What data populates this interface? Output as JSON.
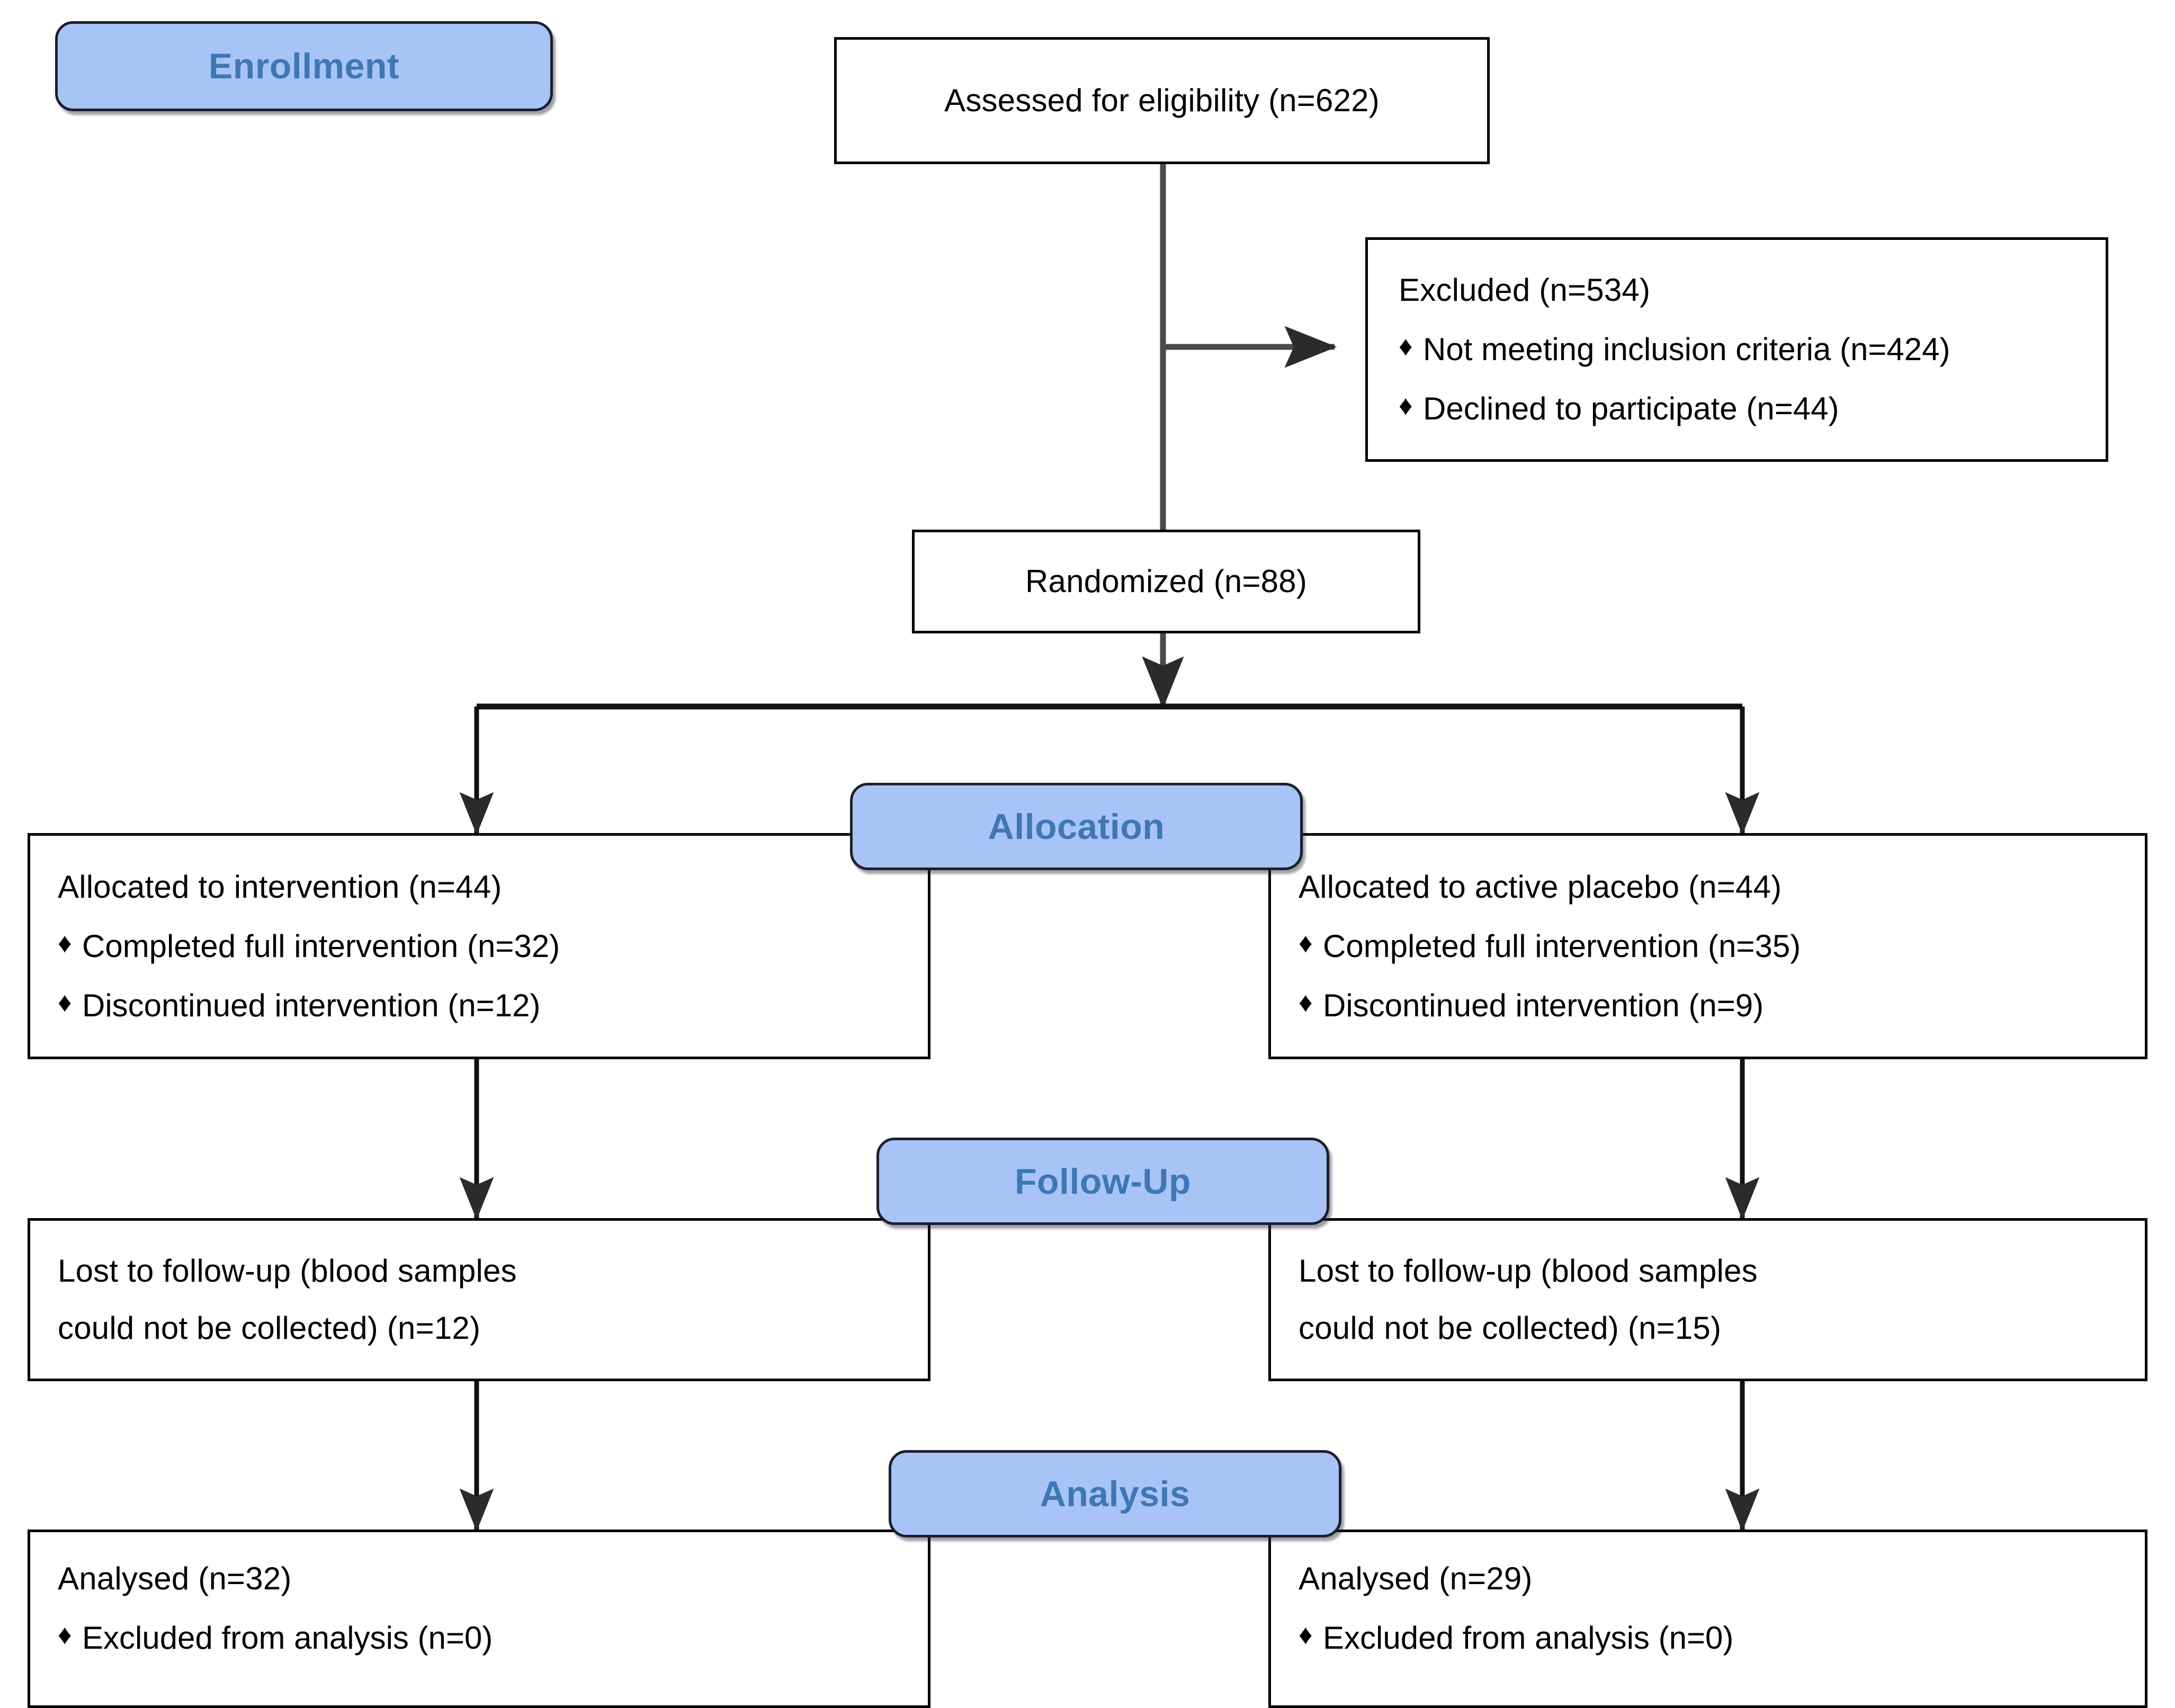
{
  "diagram": {
    "title": "CONSORT participant flow diagram",
    "colors": {
      "badge_fill": "#a8c4f7",
      "badge_text": "#3f77b5",
      "badge_border": "#1c1f2b",
      "box_border": "#000000",
      "box_fill": "#ffffff",
      "connector": "#3a3a3a",
      "text": "#000000"
    },
    "bullet_glyph": "♦"
  },
  "stages": [
    {
      "id": "enrollment",
      "label": "Enrollment"
    },
    {
      "id": "allocation",
      "label": "Allocation"
    },
    {
      "id": "followup",
      "label": "Follow-Up"
    },
    {
      "id": "analysis",
      "label": "Analysis"
    }
  ],
  "nodes": {
    "assessed": {
      "heading": "Assessed for eligibility (n=622)"
    },
    "excluded": {
      "heading": "Excluded (n=534)",
      "bullets": [
        "Not meeting inclusion criteria (n=424)",
        "Declined to participate (n=44)"
      ]
    },
    "randomized": {
      "heading": "Randomized (n=88)"
    },
    "allocation_left": {
      "heading": "Allocated to intervention (n=44)",
      "bullets": [
        "Completed full intervention (n=32)",
        "Discontinued intervention (n=12)"
      ]
    },
    "allocation_right": {
      "heading": "Allocated to active placebo (n=44)",
      "bullets": [
        "Completed full intervention (n=35)",
        "Discontinued intervention (n=9)"
      ]
    },
    "followup_left": {
      "line1": "Lost to follow-up (blood samples",
      "line2": "could not be collected) (n=12)"
    },
    "followup_right": {
      "line1": "Lost to follow-up (blood samples",
      "line2": "could not be collected) (n=15)"
    },
    "analysis_left": {
      "heading": "Analysed (n=32)",
      "bullets": [
        "Excluded from analysis (n=0)"
      ]
    },
    "analysis_right": {
      "heading": "Analysed (n=29)",
      "bullets": [
        "Excluded from analysis (n=0)"
      ]
    }
  },
  "chart_data": {
    "type": "diagram",
    "title": "CONSORT flow diagram",
    "flow": [
      {
        "stage": "Enrollment",
        "node": "Assessed for eligibility",
        "n": 622
      },
      {
        "stage": "Enrollment",
        "node": "Excluded",
        "n": 534
      },
      {
        "stage": "Enrollment",
        "node": "Not meeting inclusion criteria",
        "n": 424
      },
      {
        "stage": "Enrollment",
        "node": "Declined to participate",
        "n": 44
      },
      {
        "stage": "Enrollment",
        "node": "Randomized",
        "n": 88
      },
      {
        "stage": "Allocation",
        "arm": "Intervention",
        "node": "Allocated to intervention",
        "n": 44
      },
      {
        "stage": "Allocation",
        "arm": "Intervention",
        "node": "Completed full intervention",
        "n": 32
      },
      {
        "stage": "Allocation",
        "arm": "Intervention",
        "node": "Discontinued intervention",
        "n": 12
      },
      {
        "stage": "Allocation",
        "arm": "Active placebo",
        "node": "Allocated to active placebo",
        "n": 44
      },
      {
        "stage": "Allocation",
        "arm": "Active placebo",
        "node": "Completed full intervention",
        "n": 35
      },
      {
        "stage": "Allocation",
        "arm": "Active placebo",
        "node": "Discontinued intervention",
        "n": 9
      },
      {
        "stage": "Follow-Up",
        "arm": "Intervention",
        "node": "Lost to follow-up (blood samples could not be collected)",
        "n": 12
      },
      {
        "stage": "Follow-Up",
        "arm": "Active placebo",
        "node": "Lost to follow-up (blood samples could not be collected)",
        "n": 15
      },
      {
        "stage": "Analysis",
        "arm": "Intervention",
        "node": "Analysed",
        "n": 32
      },
      {
        "stage": "Analysis",
        "arm": "Intervention",
        "node": "Excluded from analysis",
        "n": 0
      },
      {
        "stage": "Analysis",
        "arm": "Active placebo",
        "node": "Analysed",
        "n": 29
      },
      {
        "stage": "Analysis",
        "arm": "Active placebo",
        "node": "Excluded from analysis",
        "n": 0
      }
    ]
  }
}
